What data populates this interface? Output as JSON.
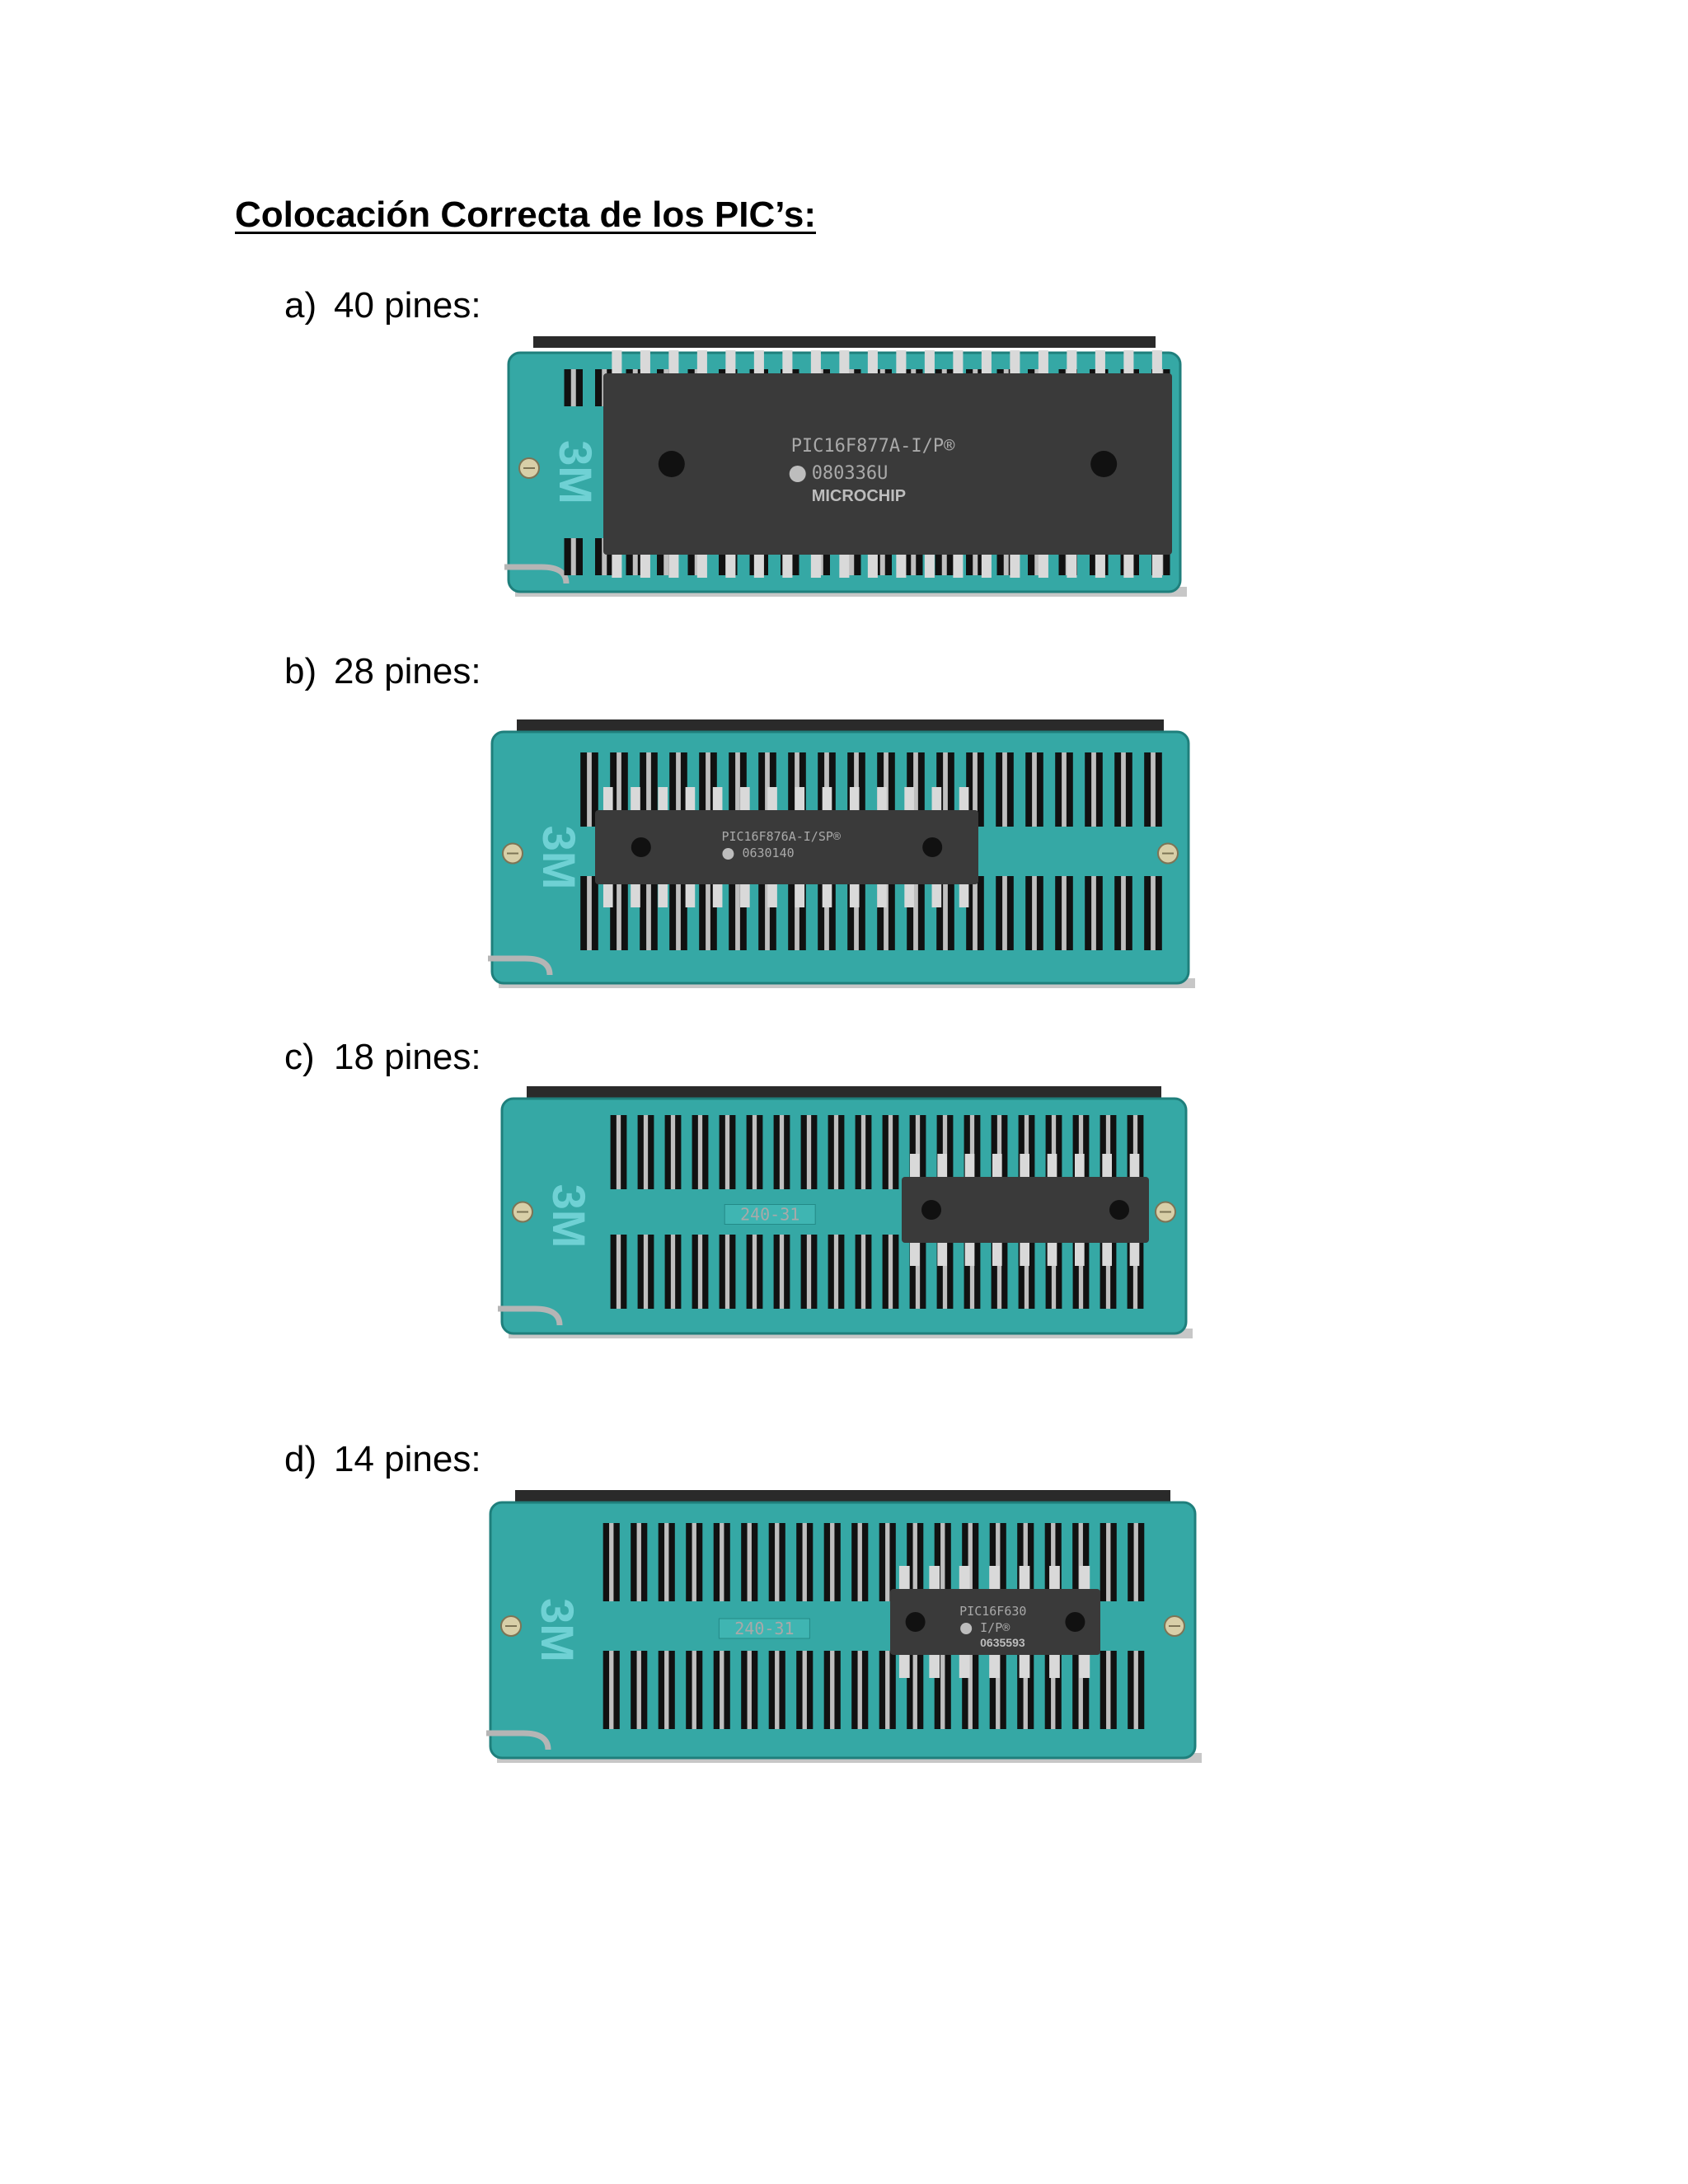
{
  "document": {
    "title": "Colocación Correcta de los PIC’s:",
    "items": [
      {
        "letter": "a)",
        "text": "40 pines:",
        "socket_brand": "3M",
        "chip": {
          "pins": 40,
          "line1": "PIC16F877A-I/P®",
          "line2": "080336U",
          "line3": "MICROCHIP"
        }
      },
      {
        "letter": "b)",
        "text": "28 pines:",
        "socket_brand": "3M",
        "chip": {
          "pins": 28,
          "line1": "PIC16F876A-I/SP®",
          "line2": "0630140"
        }
      },
      {
        "letter": "c)",
        "text": "18 pines:",
        "socket_brand": "3M",
        "socket_marking": "240-31",
        "chip": {
          "pins": 18
        }
      },
      {
        "letter": "d)",
        "text": "14 pines:",
        "socket_brand": "3M",
        "socket_marking": "240-31",
        "chip": {
          "pins": 14,
          "line1": "PIC16F630",
          "line2": "I/P®",
          "line3": "0635593"
        }
      }
    ]
  },
  "colors": {
    "socket": "#35a8a5",
    "socket_edge": "#1f7f7c",
    "chip": "#3a3a3a",
    "pin": "#d9d9d9"
  }
}
